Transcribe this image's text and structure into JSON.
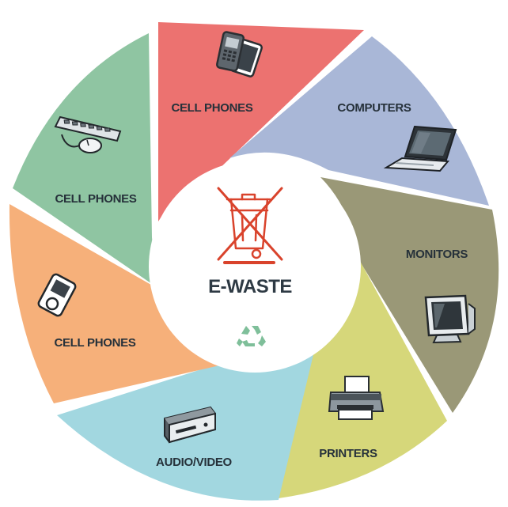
{
  "diagram": {
    "center": {
      "title": "E-WASTE",
      "crossed_bin_icon": "crossed-out-wheelie-bin-icon",
      "recycle_icon": "recycle-icon",
      "colors": {
        "bin": "#d9432c",
        "recycle": "#7fbf9a",
        "text": "#2e3a44"
      }
    },
    "segments": [
      {
        "label": "CELL PHONES",
        "icon": "smartphone-tablet-icon",
        "color": "#ec7270"
      },
      {
        "label": "COMPUTERS",
        "icon": "laptop-icon",
        "color": "#a9b7d7"
      },
      {
        "label": "MONITORS",
        "icon": "crt-monitor-icon",
        "color": "#9a9877"
      },
      {
        "label": "PRINTERS",
        "icon": "printer-icon",
        "color": "#d6d77a"
      },
      {
        "label": "AUDIO/VIDEO",
        "icon": "dvd-player-icon",
        "color": "#a2d7e0"
      },
      {
        "label": "CELL PHONES",
        "icon": "mp3-player-icon",
        "color": "#f6b07a"
      },
      {
        "label": "CELL PHONES",
        "icon": "keyboard-mouse-icon",
        "color": "#8fc5a2"
      }
    ]
  }
}
